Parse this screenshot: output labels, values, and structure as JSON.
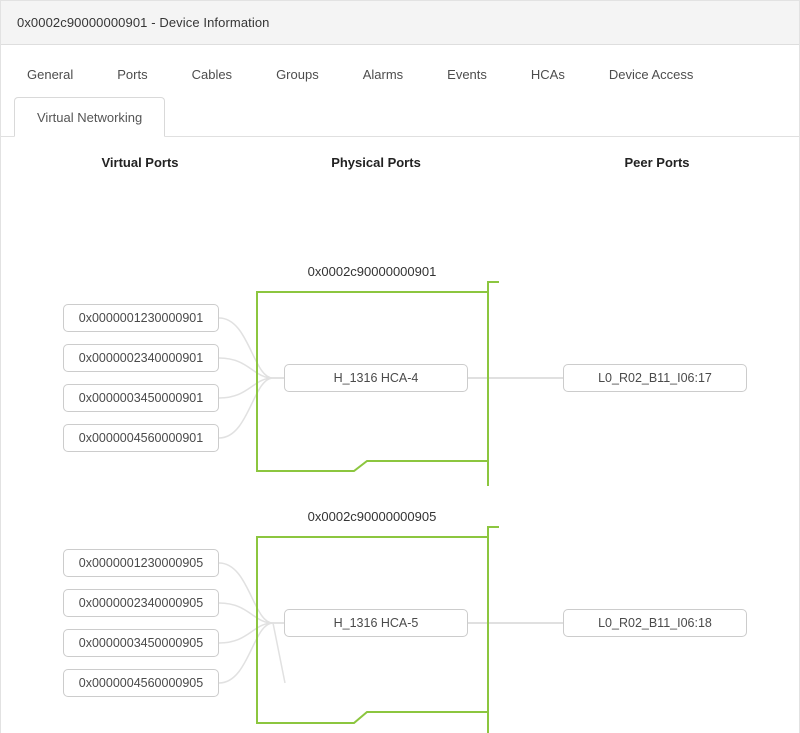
{
  "window": {
    "title": "0x0002c90000000901 - Device Information"
  },
  "tabs": [
    "General",
    "Ports",
    "Cables",
    "Groups",
    "Alarms",
    "Events",
    "HCAs",
    "Device Access"
  ],
  "subtab": {
    "label": "Virtual Networking"
  },
  "columns": {
    "virtual": "Virtual Ports",
    "physical": "Physical Ports",
    "peer": "Peer Ports"
  },
  "groups": [
    {
      "guid": "0x0002c90000000901",
      "hca": "H_1316 HCA-4",
      "peer": "L0_R02_B11_I06:17",
      "virtual_ports": [
        "0x0000001230000901",
        "0x0000002340000901",
        "0x0000003450000901",
        "0x0000004560000901"
      ]
    },
    {
      "guid": "0x0002c90000000905",
      "hca": "H_1316 HCA-5",
      "peer": "L0_R02_B11_I06:18",
      "virtual_ports": [
        "0x0000001230000905",
        "0x0000002340000905",
        "0x0000003450000905",
        "0x0000004560000905"
      ]
    }
  ],
  "colors": {
    "accent_green": "#8CC63F"
  }
}
